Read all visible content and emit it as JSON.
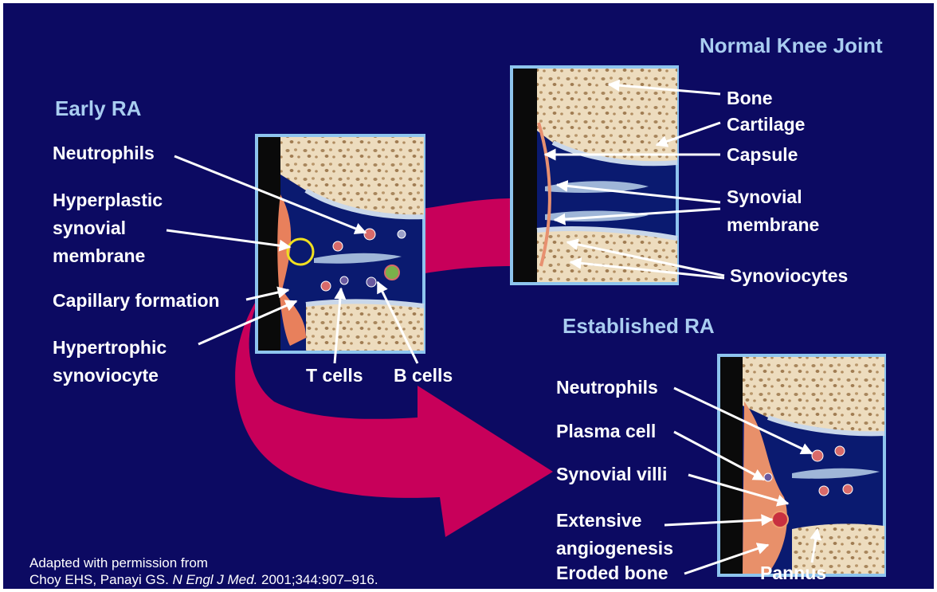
{
  "headers": {
    "normal": "Normal Knee Joint",
    "early": "Early RA",
    "established": "Established RA"
  },
  "normal_labels": {
    "bone": "Bone",
    "cartilage": "Cartilage",
    "capsule": "Capsule",
    "synovial_membrane": "Synovial\nmembrane",
    "synoviocytes": "Synoviocytes"
  },
  "early_labels": {
    "neutrophils": "Neutrophils",
    "hyperplastic": "Hyperplastic\nsynovial\nmembrane",
    "capillary": "Capillary formation",
    "hypertrophic": "Hypertrophic\nsynoviocyte",
    "t_cells": "T cells",
    "b_cells": "B cells"
  },
  "established_labels": {
    "neutrophils": "Neutrophils",
    "plasma_cell": "Plasma cell",
    "synovial_villi": "Synovial villi",
    "angiogenesis": "Extensive\nangiogenesis",
    "eroded_bone": "Eroded bone",
    "pannus": "Pannus"
  },
  "citation": {
    "line1": "Adapted with permission from",
    "line2_authors": "Choy EHS, Panayi GS. ",
    "line2_journal": "N Engl J Med.",
    "line2_rest": " 2001;344:907–916."
  },
  "colors": {
    "background": "#0c0a62",
    "header_text": "#a9cdf0",
    "label_text": "#ffffff",
    "arrow": "#c8005a",
    "panel_border": "#8ec4ee"
  }
}
